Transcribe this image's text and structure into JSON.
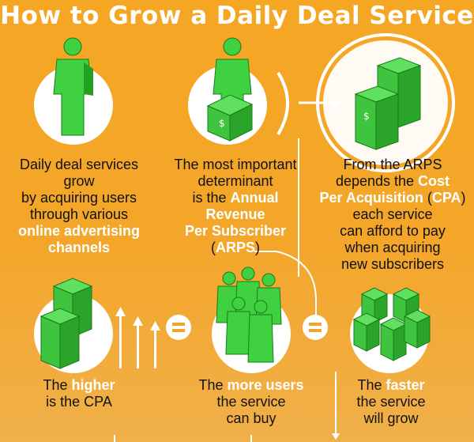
{
  "title": "How to Grow a Daily Deal Service",
  "step1": {
    "l1": "Daily deal services",
    "l2": "grow",
    "l3": "by acquiring users",
    "l4": "through various",
    "h1": "online advertising",
    "h2": "channels"
  },
  "step2": {
    "l1": "The most important",
    "l2": "determinant",
    "l3": "is the ",
    "h1": "Annual",
    "h2": "Revenue",
    "h3": "Per Subscriber",
    "p1": "(",
    "h4": "ARPS",
    "p2": ")"
  },
  "step3": {
    "l1": "From the ARPS",
    "l2": "depends the ",
    "h1": "Cost",
    "h2": "Per Acquisition",
    "p1": " (",
    "h3": "CPA",
    "p2": ")",
    "l3": "each service",
    "l4": "can afford to pay",
    "l5": "when acquiring",
    "l6": "new subscribers"
  },
  "step4": {
    "l1": "The ",
    "h1": "higher",
    "l2": "is the CPA"
  },
  "step5": {
    "l1": "The ",
    "h1": "more users",
    "l2": "the service",
    "l3": "can buy"
  },
  "step6": {
    "l1": "The ",
    "h1": "faster",
    "l2": "the service",
    "l3": "will grow"
  },
  "icons": {
    "person": "green-person-icon",
    "money": "dollar-stack-icon",
    "arrow": "up-arrow-icon",
    "equals": "equals-icon"
  },
  "colors": {
    "background": "#f5a623",
    "figure": "#3fd13f",
    "highlight": "#ffffff"
  }
}
